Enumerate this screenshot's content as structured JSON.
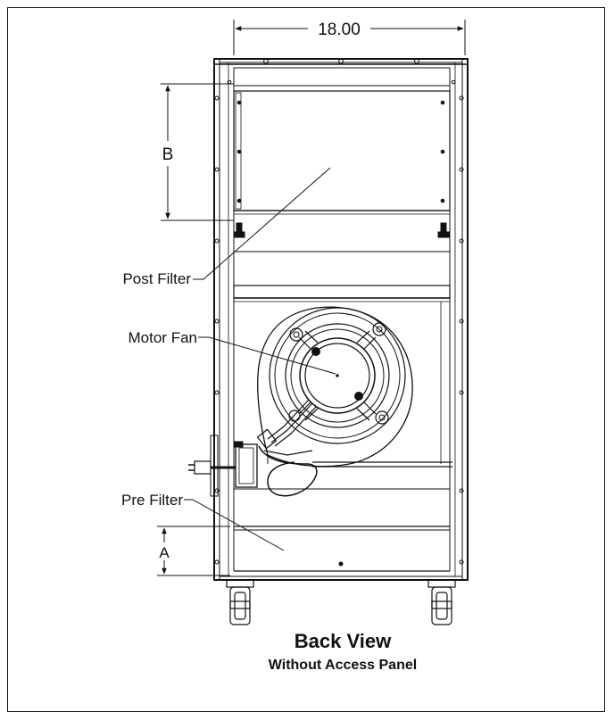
{
  "dimensions": {
    "width": "18.00",
    "height_b": "B",
    "height_a": "A"
  },
  "callouts": {
    "post_filter": "Post Filter",
    "motor_fan": "Motor Fan",
    "pre_filter": "Pre Filter"
  },
  "caption": {
    "title": "Back View",
    "subtitle": "Without Access Panel"
  }
}
